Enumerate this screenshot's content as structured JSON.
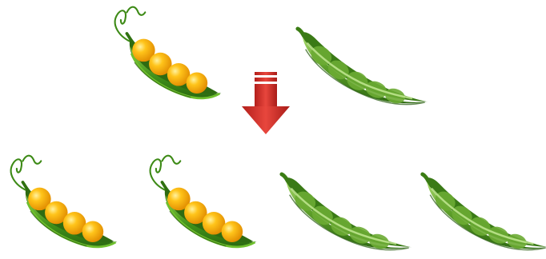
{
  "figure": {
    "parents": [
      {
        "kind": "yellow-seed pod",
        "icon": "yellow-pea-pod-icon"
      },
      {
        "kind": "green pod",
        "icon": "green-pea-pod-icon"
      }
    ],
    "arrow": {
      "icon": "down-arrow-icon",
      "color": "#d9302c"
    },
    "offspring": [
      {
        "kind": "yellow-seed pod",
        "icon": "yellow-pea-pod-icon"
      },
      {
        "kind": "yellow-seed pod",
        "icon": "yellow-pea-pod-icon"
      },
      {
        "kind": "green pod",
        "icon": "green-pea-pod-icon"
      },
      {
        "kind": "green pod",
        "icon": "green-pea-pod-icon"
      }
    ],
    "colors": {
      "pea_yellow": "#f5a300",
      "pod_green": "#4e9a1c",
      "closed_pod_green": "#5d9f2a",
      "arrow_red": "#d9302c"
    }
  }
}
